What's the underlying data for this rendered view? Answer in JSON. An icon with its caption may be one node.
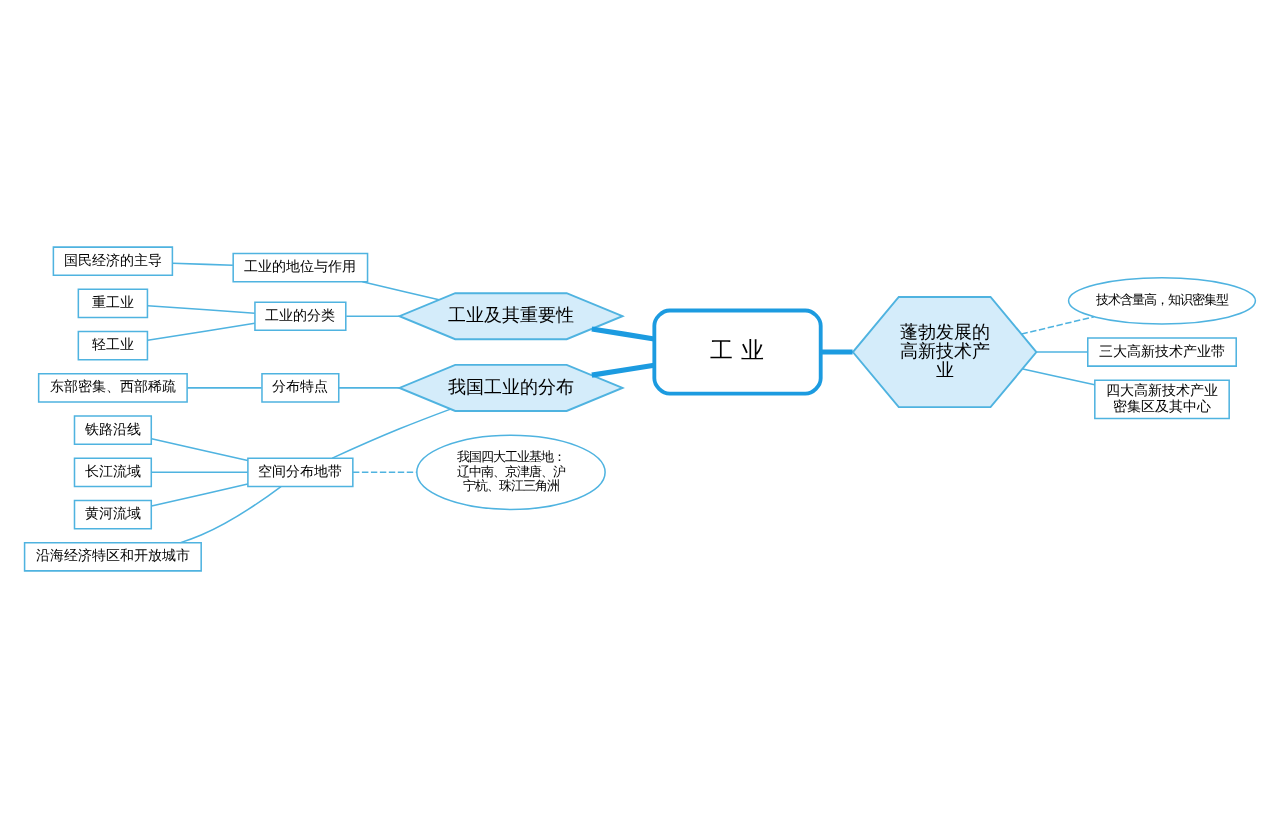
{
  "diagram": {
    "nodes": [
      {
        "text": [
          "工 业"
        ]
      },
      {
        "text": [
          "工业及其重要性"
        ]
      },
      {
        "text": [
          "工业的地位与作用"
        ]
      },
      {
        "text": [
          "国民经济的主导"
        ]
      },
      {
        "text": [
          "工业的分类"
        ]
      },
      {
        "text": [
          "重工业"
        ]
      },
      {
        "text": [
          "轻工业"
        ]
      },
      {
        "text": [
          "蓬勃发展的高新技术产业"
        ]
      },
      {
        "text": [
          "技术含量高，知识密集型"
        ]
      },
      {
        "text": [
          "三大高新技术产业带"
        ]
      },
      {
        "text": [
          "四大高新技术产业密集区及其中心"
        ]
      },
      {
        "text": [
          "我国工业的分布"
        ]
      },
      {
        "text": [
          "分布特点"
        ]
      },
      {
        "text": [
          "东部密集、西部稀疏"
        ]
      },
      {
        "text": [
          "空间分布地带"
        ]
      },
      {
        "text": [
          "铁路沿线"
        ]
      },
      {
        "text": [
          "长江流域"
        ]
      },
      {
        "text": [
          "黄河流域"
        ]
      },
      {
        "text": [
          "沿海经济特区和开放城市"
        ]
      },
      {
        "text": [
          "我国四大工业基地：辽中南、京津唐、沪宁杭、珠江三角洲"
        ]
      }
    ],
    "edges": [
      {
        "from": 1,
        "to": 0,
        "arrow": "none",
        "style": "thick"
      },
      {
        "from": 2,
        "to": 1,
        "arrow": "none"
      },
      {
        "from": 3,
        "to": 2,
        "arrow": "none"
      },
      {
        "from": 4,
        "to": 1,
        "arrow": "none"
      },
      {
        "from": 5,
        "to": 4,
        "arrow": "none"
      },
      {
        "from": 6,
        "to": 4,
        "arrow": "none"
      },
      {
        "from": 0,
        "to": 7,
        "arrow": "none",
        "style": "thick"
      },
      {
        "from": 7,
        "to": 8,
        "arrow": "none",
        "style": "dashed"
      },
      {
        "from": 7,
        "to": 9,
        "arrow": "none"
      },
      {
        "from": 7,
        "to": 10,
        "arrow": "none"
      },
      {
        "from": 11,
        "to": 0,
        "arrow": "none",
        "style": "thick"
      },
      {
        "from": 12,
        "to": 11,
        "arrow": "none"
      },
      {
        "from": 13,
        "to": 12,
        "arrow": "none"
      },
      {
        "from": 14,
        "to": 11,
        "arrow": "none"
      },
      {
        "from": 15,
        "to": 14,
        "arrow": "none"
      },
      {
        "from": 16,
        "to": 14,
        "arrow": "none"
      },
      {
        "from": 17,
        "to": 14,
        "arrow": "none"
      },
      {
        "from": 18,
        "to": 14,
        "arrow": "none"
      },
      {
        "from": 14,
        "to": 19,
        "arrow": "none",
        "style": "dashed"
      }
    ]
  }
}
